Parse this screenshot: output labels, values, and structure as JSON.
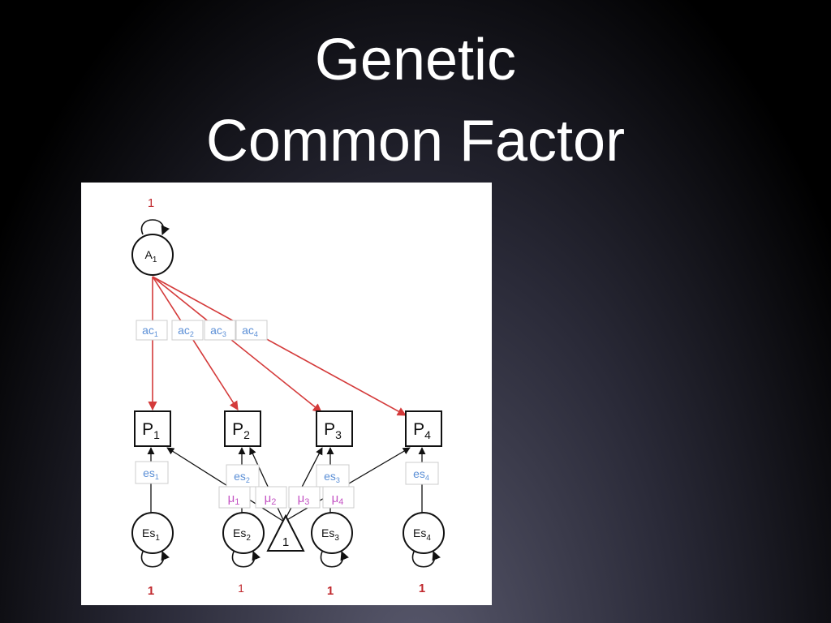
{
  "slide": {
    "title_line1": "Genetic",
    "title_line2": "Common Factor"
  },
  "diagram": {
    "latent_top": {
      "base": "A",
      "sub": "1",
      "variance": "1"
    },
    "loadings": [
      {
        "base": "ac",
        "sub": "1"
      },
      {
        "base": "ac",
        "sub": "2"
      },
      {
        "base": "ac",
        "sub": "3"
      },
      {
        "base": "ac",
        "sub": "4"
      }
    ],
    "manifests": [
      {
        "base": "P",
        "sub": "1"
      },
      {
        "base": "P",
        "sub": "2"
      },
      {
        "base": "P",
        "sub": "3"
      },
      {
        "base": "P",
        "sub": "4"
      }
    ],
    "residual_paths": [
      {
        "base": "es",
        "sub": "1"
      },
      {
        "base": "es",
        "sub": "2"
      },
      {
        "base": "es",
        "sub": "3"
      },
      {
        "base": "es",
        "sub": "4"
      }
    ],
    "means": [
      {
        "base": "μ",
        "sub": "1"
      },
      {
        "base": "μ",
        "sub": "2"
      },
      {
        "base": "μ",
        "sub": "3"
      },
      {
        "base": "μ",
        "sub": "4"
      }
    ],
    "residual_latents": [
      {
        "base": "Es",
        "sub": "1",
        "variance": "1"
      },
      {
        "base": "Es",
        "sub": "2",
        "variance": "1"
      },
      {
        "base": "Es",
        "sub": "3",
        "variance": "1"
      },
      {
        "base": "Es",
        "sub": "4",
        "variance": "1"
      }
    ],
    "constant": "1",
    "colors": {
      "genetic_path": "#d43a3a",
      "residual_label": "#5b8fd6",
      "mean_label": "#c453c4",
      "variance_label": "#c0282d"
    }
  }
}
